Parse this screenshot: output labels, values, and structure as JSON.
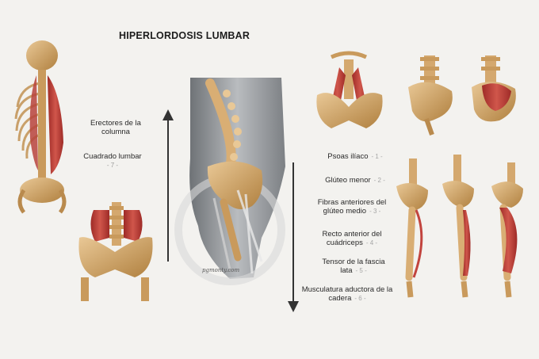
{
  "title": "HIPERLORDOSIS LUMBAR",
  "left_labels": [
    {
      "text": "Erectores de la columna",
      "num": ""
    },
    {
      "text": "Cuadrado lumbar",
      "num": "- 7 -"
    }
  ],
  "right_labels": [
    {
      "text": "Psoas ilíaco",
      "num": "- 1 -"
    },
    {
      "text": "Glúteo menor",
      "num": "- 2 -"
    },
    {
      "text": "Fibras anteriores del glúteo medio",
      "num": "- 3 -"
    },
    {
      "text": "Recto anterior del cuádriceps",
      "num": "- 4 -"
    },
    {
      "text": "Tensor de la fascia lata",
      "num": "- 5 -"
    },
    {
      "text": "Musculatura aductora de la cadera",
      "num": "- 6 -"
    }
  ],
  "signature": "pgmonty.com",
  "colors": {
    "bone": "#d8b07a",
    "bone_dark": "#a8783f",
    "muscle": "#c2443e",
    "muscle_light": "#e0867a",
    "body_gray": "#8e9296"
  }
}
